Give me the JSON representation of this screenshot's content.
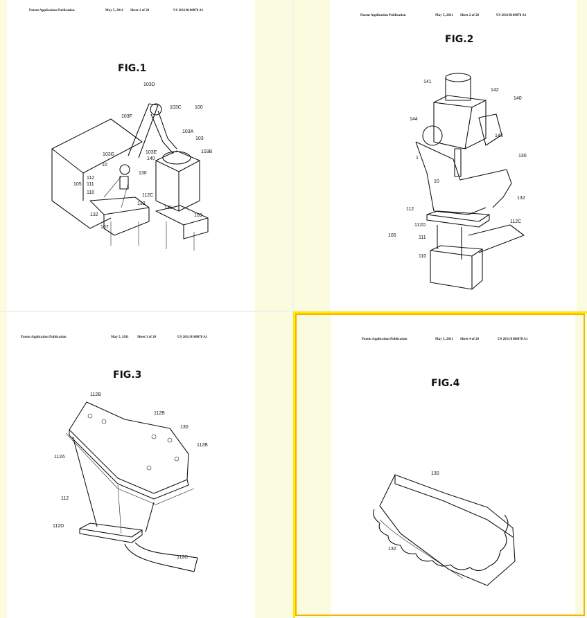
{
  "pages": [
    {
      "header": {
        "left": "Patent Application Publication",
        "date": "May 5, 2011",
        "sheet": "Sheet 1 of 20",
        "number": "US 2011/0100078 A1"
      },
      "figure_title": "FIG.1",
      "labels": [
        "103D",
        "103C",
        "100",
        "103F",
        "103A",
        "103",
        "103B",
        "103G",
        "103E",
        "140",
        "10",
        "130",
        "112",
        "105",
        "111",
        "110",
        "112C",
        "132",
        "131",
        "132",
        "107",
        "109"
      ]
    },
    {
      "header": {
        "left": "Patent Application Publication",
        "date": "May 5, 2011",
        "sheet": "Sheet 2 of 20",
        "number": "US 2011/0100078 A1"
      },
      "figure_title": "FIG.2",
      "labels": [
        "141",
        "142",
        "140",
        "144",
        "143",
        "1",
        "130",
        "10",
        "132",
        "112",
        "112D",
        "105",
        "111",
        "112C",
        "110"
      ]
    },
    {
      "header": {
        "left": "Patent Application Publication",
        "date": "May 5, 2011",
        "sheet": "Sheet 3 of 20",
        "number": "US 2011/0100078 A1"
      },
      "figure_title": "FIG.3",
      "labels": [
        "112B",
        "112B",
        "130",
        "112B",
        "112A",
        "112",
        "112D",
        "112C"
      ]
    },
    {
      "header": {
        "left": "Patent Application Publication",
        "date": "May 5, 2011",
        "sheet": "Sheet 4 of 20",
        "number": "US 2011/0100078 A1"
      },
      "figure_title": "FIG.4",
      "labels": [
        "130",
        "132"
      ],
      "selected": true
    }
  ],
  "colors": {
    "margin": "#fbfbe0",
    "selection_outer": "#f4b400",
    "selection_inner": "#ffea00",
    "divider": "#f0f0ee"
  }
}
